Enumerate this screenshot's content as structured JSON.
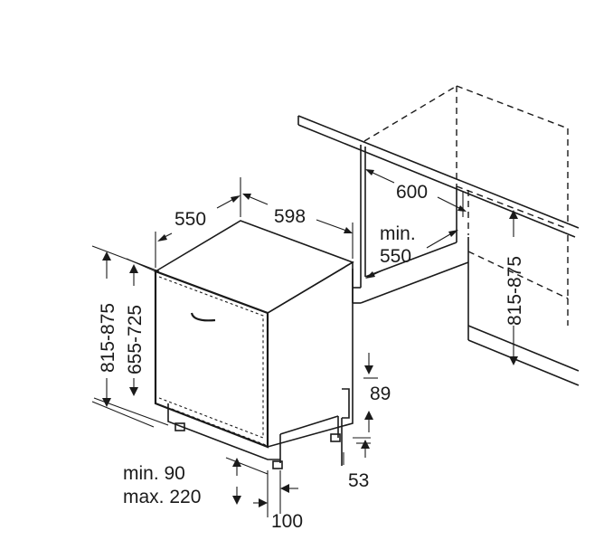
{
  "dimensions": {
    "width_appliance": "598",
    "depth_appliance": "550",
    "niche_width": "600",
    "niche_depth_min_line1": "min.",
    "niche_depth_min_line2": "550",
    "niche_height": "815-875",
    "appliance_height": "815-875",
    "door_height": "655-725",
    "plinth_height": "89",
    "plinth_gap": "53",
    "plinth_depth_min": "min. 90",
    "plinth_depth_max": "max. 220",
    "plinth_offset": "100"
  }
}
